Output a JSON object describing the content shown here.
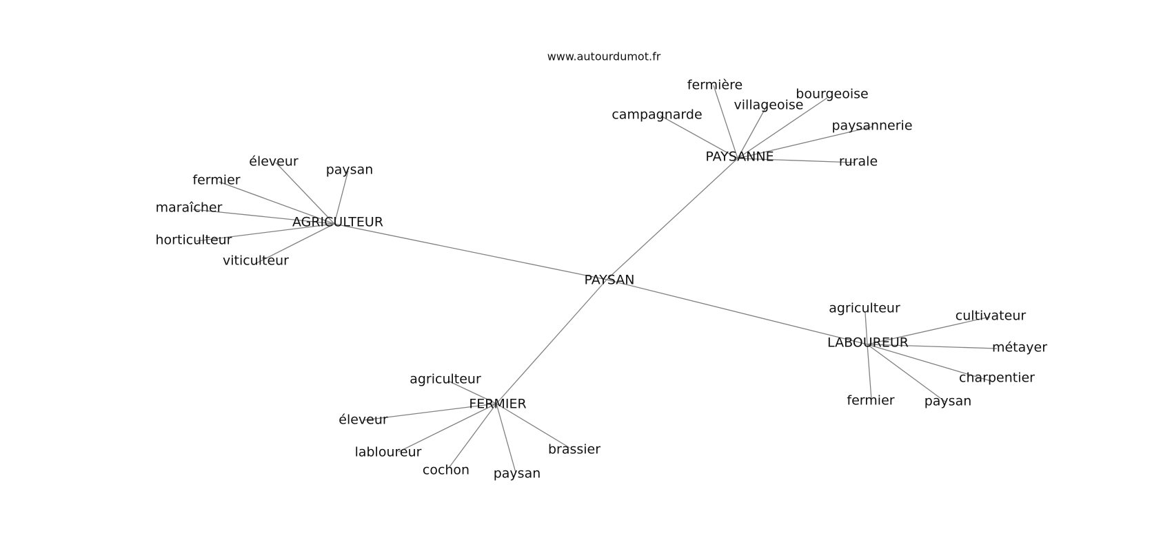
{
  "site": "www.autourdumot.fr",
  "center": "PAYSAN",
  "hubs": {
    "paysanne": {
      "label": "PAYSANNE",
      "words": [
        "fermière",
        "villageoise",
        "bourgeoise",
        "campagnarde",
        "paysannerie",
        "rurale"
      ]
    },
    "agriculteur": {
      "label": "AGRICULTEUR",
      "words": [
        "éleveur",
        "paysan",
        "fermier",
        "maraîcher",
        "horticulteur",
        "viticulteur"
      ]
    },
    "laboureur": {
      "label": "LABOUREUR",
      "words": [
        "agriculteur",
        "cultivateur",
        "métayer",
        "charpentier",
        "fermier",
        "paysan"
      ]
    },
    "fermier": {
      "label": "FERMIER",
      "words": [
        "agriculteur",
        "éleveur",
        "labloureur",
        "cochon",
        "paysan",
        "brassier"
      ]
    }
  }
}
